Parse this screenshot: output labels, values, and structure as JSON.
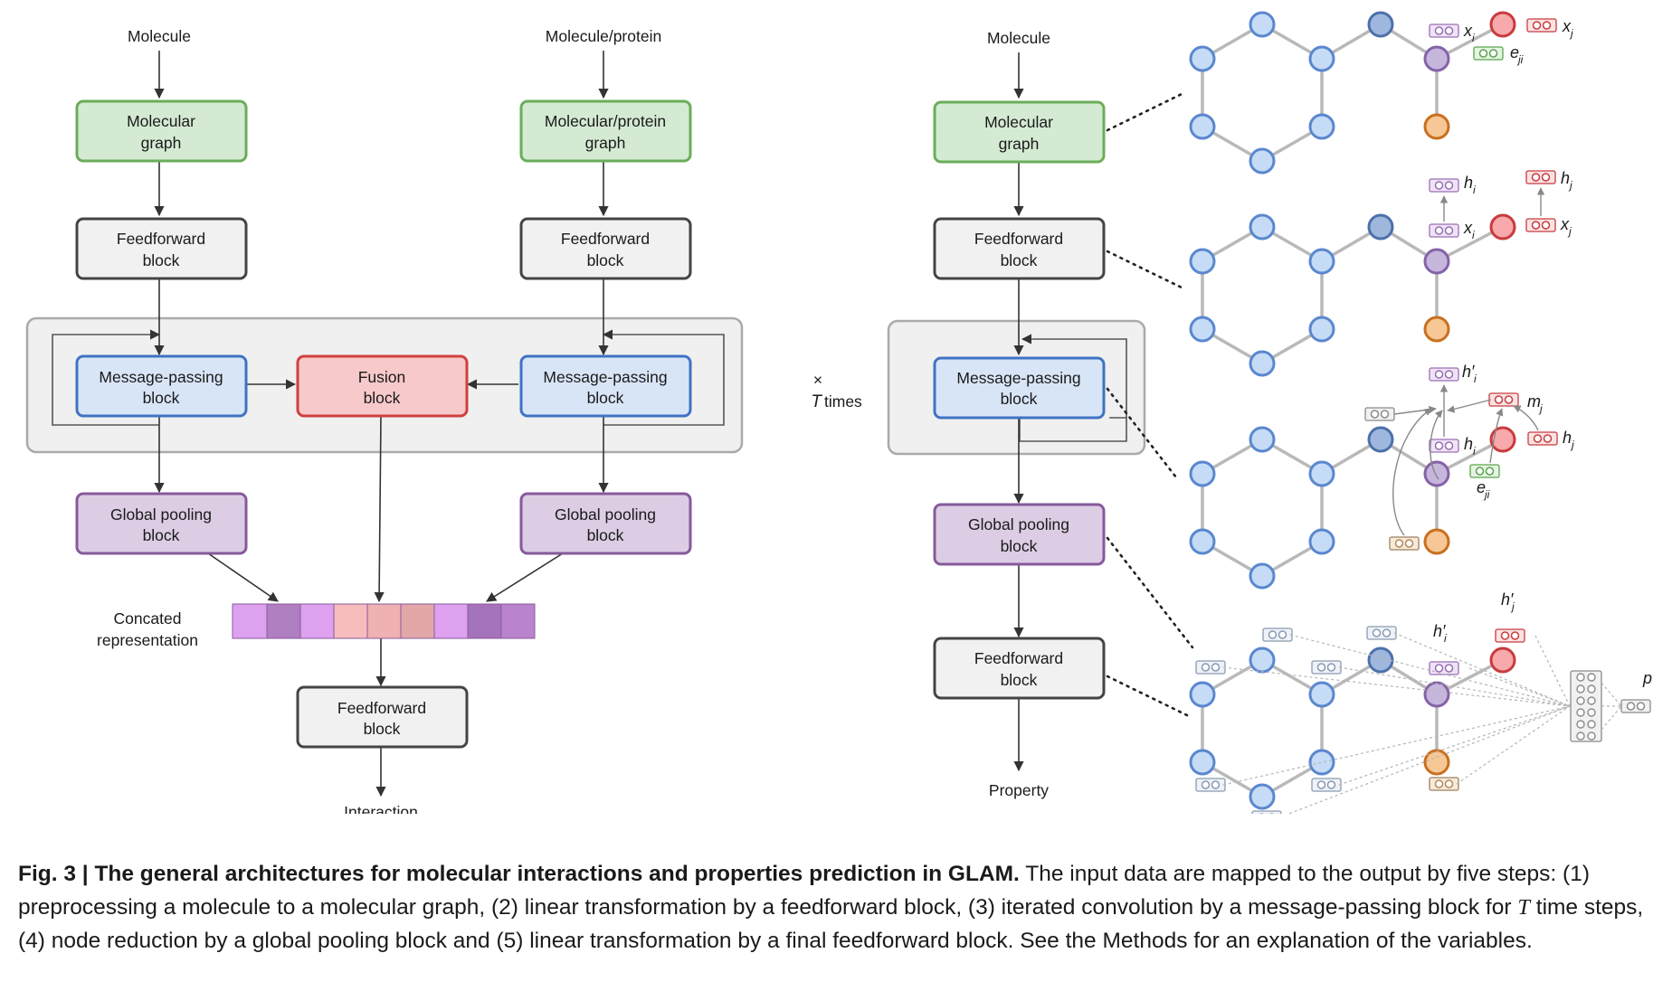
{
  "left": {
    "input_left": "Molecule",
    "input_right": "Molecule/protein",
    "graph_left": [
      "Molecular",
      "graph"
    ],
    "graph_right": [
      "Molecular/protein",
      "graph"
    ],
    "ff_left": [
      "Feedforward",
      "block"
    ],
    "ff_right": [
      "Feedforward",
      "block"
    ],
    "mp_left": [
      "Message-passing",
      "block"
    ],
    "fusion": [
      "Fusion",
      "block"
    ],
    "mp_right": [
      "Message-passing",
      "block"
    ],
    "gp_left": [
      "Global pooling",
      "block"
    ],
    "gp_right": [
      "Global pooling",
      "block"
    ],
    "concat": [
      "Concated",
      "representation"
    ],
    "ff_final": [
      "Feedforward",
      "block"
    ],
    "output": "Interaction"
  },
  "times": [
    "×",
    "T",
    "times"
  ],
  "right": {
    "input": "Molecule",
    "graph": [
      "Molecular",
      "graph"
    ],
    "ff": [
      "Feedforward",
      "block"
    ],
    "mp": [
      "Message-passing",
      "block"
    ],
    "gp": [
      "Global pooling",
      "block"
    ],
    "ff_final": [
      "Feedforward",
      "block"
    ],
    "output": "Property"
  },
  "vars": {
    "x": "x",
    "e": "e",
    "h": "h",
    "h_prime": "h′",
    "m": "m",
    "p": "p",
    "sub_i": "i",
    "sub_j": "j",
    "sub_ji": "ji"
  },
  "colors": {
    "green_fill": "#d4ead3",
    "green_stroke": "#6aad59",
    "gray_fill": "#f1f1f1",
    "gray_stroke": "#444444",
    "blue_fill": "#d8e5f7",
    "blue_stroke": "#3f73c3",
    "red_fill": "#f8c9ca",
    "red_stroke": "#cf4040",
    "purple_fill": "#dccde4",
    "purple_stroke": "#86599c",
    "node_blue_fill": "#c6dcf6",
    "node_blue_stroke": "#5a87cf",
    "node_red_fill": "#f7a9ab",
    "node_red_stroke": "#c83b3f",
    "node_orange_fill": "#f7c795",
    "node_orange_stroke": "#c9701f",
    "node_purple_fill": "#c7b6dc",
    "node_purple_stroke": "#8463a6"
  },
  "caption": {
    "figno": "Fig. 3 | The general architectures for molecular interactions and properties prediction in GLAM.",
    "before_t": " The input data are mapped to the output by five steps: (1) preprocessing a molecule to a molecular graph, (2) linear transformation by a feedforward block, (3) iterated convolution by a message-passing block for ",
    "t": "T",
    "after_t": " time steps, (4) node reduction by a global pooling block and (5) linear transformation by a final feedforward block. See the Methods for an explanation of the variables."
  }
}
